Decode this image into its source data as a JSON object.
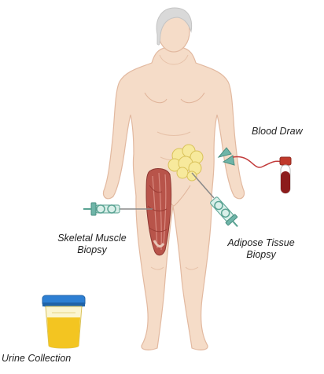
{
  "labels": {
    "blood_draw": "Blood Draw",
    "skeletal_line1": "Skeletal Muscle",
    "skeletal_line2": "Biopsy",
    "adipose_line1": "Adipose Tissue",
    "adipose_line2": "Biopsy",
    "urine": "Urine Collection"
  },
  "icons": [
    "human-figure-icon",
    "hair-icon",
    "adipose-tissue-icon",
    "skeletal-muscle-icon",
    "biopsy-needle-icon",
    "syringe-icon",
    "blood-tube-icon",
    "butterfly-needle-icon",
    "urine-cup-icon"
  ],
  "colors": {
    "skin": "#f5dcc8",
    "skin_outline": "#e2b9a0",
    "hair": "#d8d8d8",
    "muscle": "#b9524a",
    "fat": "#f6e79a",
    "needle": "#6fb5a8",
    "blood": "#8c1c1c",
    "urine": "#f3c521",
    "cap_blue": "#2d7fd3"
  }
}
